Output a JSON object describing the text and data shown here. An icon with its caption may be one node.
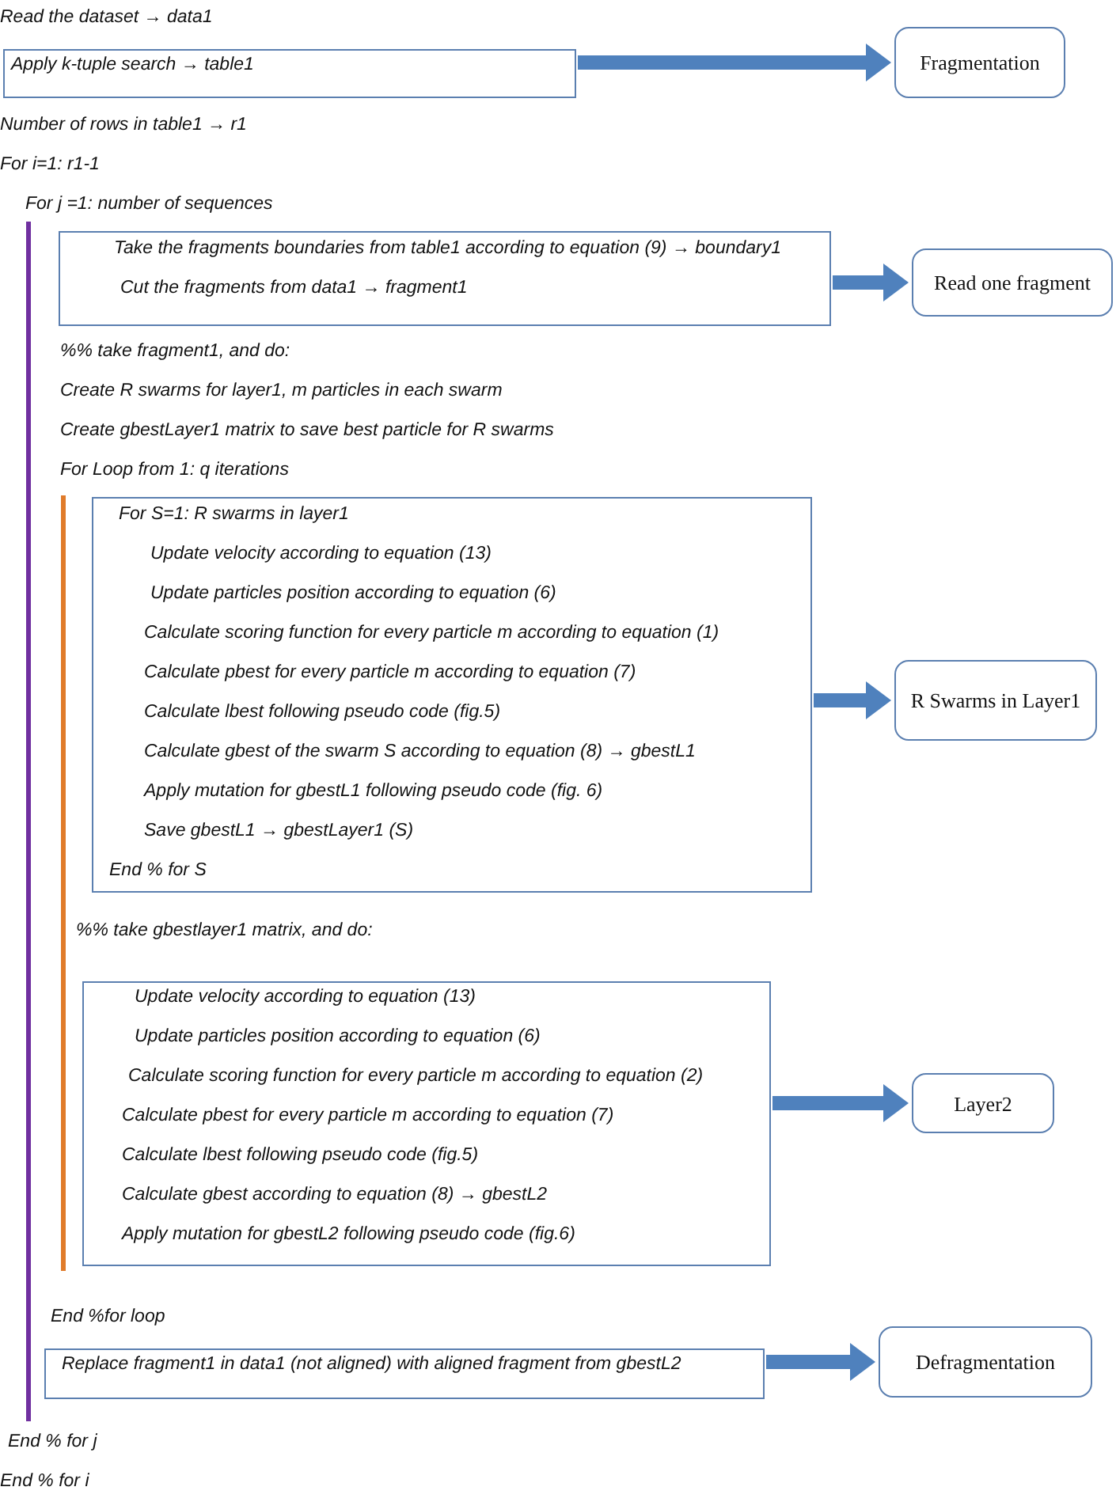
{
  "diagram": {
    "nodes": [
      {
        "text": [
          "Apply k-tuple search → table1"
        ]
      },
      {
        "text": [
          "Fragmentation"
        ]
      },
      {
        "text": [
          "Take the fragments boundaries from table1 according to equation (9) → boundary1",
          "Cut the fragments from data1 → fragment1"
        ]
      },
      {
        "text": [
          "Read one fragment"
        ]
      },
      {
        "text": [
          "For S=1: R swarms in layer1",
          "Update velocity according to equation (13)",
          "Update particles position according to equation (6)",
          "Calculate scoring function for every particle m according to equation (1)",
          "Calculate pbest for every particle m according to equation (7)",
          "Calculate lbest following pseudo code (fig.5)",
          "Calculate gbest of the swarm S according to equation (8) → gbestL1",
          "Apply mutation for gbestL1 following pseudo code (fig. 6)",
          "Save gbestL1 → gbestLayer1 (S)",
          "End % for S"
        ]
      },
      {
        "text": [
          "R Swarms in Layer1"
        ]
      },
      {
        "text": [
          "Update velocity according to equation (13)",
          "Update particles position according to equation (6)",
          "Calculate scoring function for every particle m according to equation (2)",
          "Calculate pbest for every particle m according to equation (7)",
          "Calculate lbest following pseudo code (fig.5)",
          "Calculate gbest according to equation (8) → gbestL2",
          "Apply mutation for gbestL2 following pseudo code (fig.6)"
        ]
      },
      {
        "text": [
          "Layer2"
        ]
      },
      {
        "text": [
          "Replace fragment1 in data1 (not aligned) with aligned fragment from gbestL2"
        ]
      },
      {
        "text": [
          "Defragmentation"
        ]
      }
    ],
    "edges": [
      {
        "from": 0,
        "to": 1,
        "arrow": "to"
      },
      {
        "from": 2,
        "to": 3,
        "arrow": "to"
      },
      {
        "from": 4,
        "to": 5,
        "arrow": "to"
      },
      {
        "from": 6,
        "to": 7,
        "arrow": "to"
      },
      {
        "from": 8,
        "to": 9,
        "arrow": "to"
      }
    ],
    "labels": [
      "Read the dataset → data1",
      "Number of rows in table1 → r1",
      "For i=1: r1-1",
      "For j =1: number of sequences",
      "%% take fragment1, and do:",
      "Create R swarms for layer1, m particles in each swarm",
      "Create gbestLayer1 matrix to save best particle for R swarms",
      "For Loop from 1: q iterations",
      "%% take gbestlayer1 matrix, and do:",
      "End %for loop",
      "End % for j",
      "End % for i"
    ]
  }
}
